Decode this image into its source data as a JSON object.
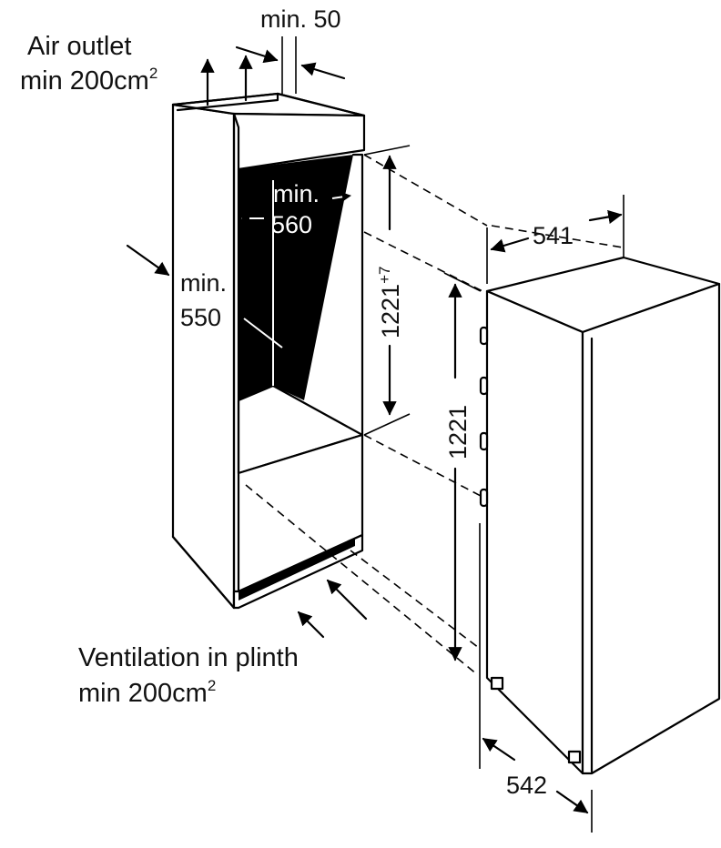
{
  "labels": {
    "air_outlet_title": "Air outlet",
    "air_outlet_area": "min 200cm",
    "air_outlet_area_sup": "2",
    "min50_prefix": "min.",
    "min50_value": "50",
    "min560_prefix": "min.",
    "min560_value": "560",
    "min550_prefix": "min.",
    "min550_value": "550",
    "height_niche": "1221",
    "height_niche_sup": "+7",
    "height_appliance": "1221",
    "depth_top": "541",
    "depth_bottom": "542",
    "ventilation_title": "Ventilation in plinth",
    "ventilation_area": "min 200cm",
    "ventilation_area_sup": "2"
  },
  "colors": {
    "line": "#000000",
    "background": "#ffffff",
    "cavity": "#000000"
  }
}
